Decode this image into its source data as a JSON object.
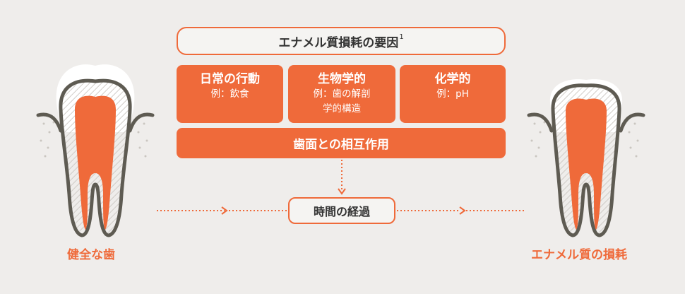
{
  "title": {
    "text": "エナメル質損耗の要因",
    "sup": "1"
  },
  "factors": [
    {
      "title": "日常の行動",
      "lines": [
        "例：飲食"
      ]
    },
    {
      "title": "生物学的",
      "lines": [
        "例：歯の解剖",
        "学的構造"
      ]
    },
    {
      "title": "化学的",
      "lines": [
        "例：pH"
      ]
    }
  ],
  "interaction": "歯面との相互作用",
  "time": "時間の経過",
  "healthy_label": "健全な歯",
  "worn_label": "エナメル質の損耗",
  "colors": {
    "accent": "#ef6a3a",
    "dark": "#5e5b52",
    "background": "#efedeb"
  }
}
